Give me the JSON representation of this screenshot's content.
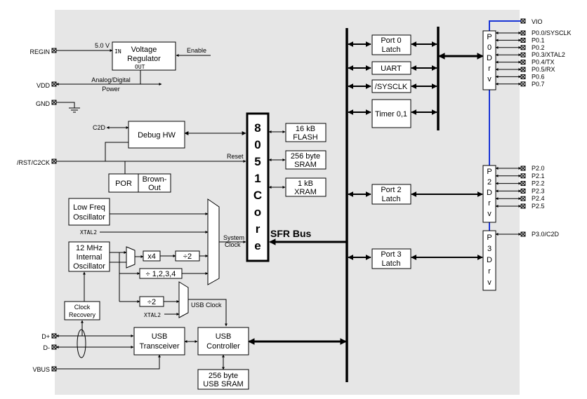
{
  "pins_left": {
    "regin": "REGIN",
    "vdd": "VDD",
    "gnd": "GND",
    "c2d": "C2D",
    "rst": "/RST/C2CK",
    "dplus": "D+",
    "dminus": "D-",
    "vbus": "VBUS"
  },
  "regulator": {
    "line1": "Voltage",
    "line2": "Regulator",
    "in": "IN",
    "out": "OUT",
    "input_voltage": "5.0 V",
    "enable": "Enable"
  },
  "power": {
    "line1": "Analog/Digital",
    "line2": "Power"
  },
  "debug": {
    "label": "Debug HW",
    "reset": "Reset"
  },
  "por": "POR",
  "brownout": {
    "line1": "Brown-",
    "line2": "Out"
  },
  "core": {
    "letters": [
      "8",
      "0",
      "5",
      "1",
      "C",
      "o",
      "r",
      "e"
    ]
  },
  "memory": {
    "flash": {
      "line1": "16 kB",
      "line2": "FLASH"
    },
    "sram": {
      "line1": "256 byte",
      "line2": "SRAM"
    },
    "xram": {
      "line1": "1 kB",
      "line2": "XRAM"
    }
  },
  "sfr_bus": "SFR Bus",
  "clocks": {
    "lowfreq": {
      "line1": "Low Freq",
      "line2": "Oscillator"
    },
    "xtal2_top": "XTAL2",
    "internal": {
      "line1": "12 MHz",
      "line2": "Internal",
      "line3": "Oscillator"
    },
    "x4": "x4",
    "div2": "÷2",
    "div1234": "÷ 1,2,3,4",
    "div2_usb": "÷2",
    "xtal2_bottom": "XTAL2",
    "system_clock": {
      "line1": "System",
      "line2": "Clock"
    },
    "usb_clock": "USB Clock",
    "recovery": {
      "line1": "Clock",
      "line2": "Recovery"
    }
  },
  "usb": {
    "transceiver": {
      "line1": "USB",
      "line2": "Transceiver"
    },
    "controller": {
      "line1": "USB",
      "line2": "Controller"
    },
    "sram": {
      "line1": "256 byte",
      "line2": "USB SRAM"
    }
  },
  "peripherals": {
    "port0_latch": {
      "line1": "Port 0",
      "line2": "Latch"
    },
    "uart": "UART",
    "sysclk": "/SYSCLK",
    "timer": "Timer 0,1",
    "port2_latch": {
      "line1": "Port 2",
      "line2": "Latch"
    },
    "port3_latch": {
      "line1": "Port 3",
      "line2": "Latch"
    }
  },
  "drivers": {
    "p0": [
      "P",
      "0",
      "D",
      "r",
      "v"
    ],
    "p2": [
      "P",
      "2",
      "D",
      "r",
      "v"
    ],
    "p3": [
      "P",
      "3",
      "D",
      "r",
      "v"
    ]
  },
  "pins_right": {
    "vio": "VIO",
    "p0": [
      "P0.0/SYSCLK",
      "P0.1",
      "P0.2",
      "P0.3/XTAL2",
      "P0.4/TX",
      "P0.5/RX",
      "P0.6",
      "P0.7"
    ],
    "p2": [
      "P2.0",
      "P2.1",
      "P2.2",
      "P2.3",
      "P2.4",
      "P2.5"
    ],
    "p3": [
      "P3.0/C2D"
    ]
  },
  "colors": {
    "background": "#e6e6e6",
    "vio_line": "#1a35d6"
  }
}
